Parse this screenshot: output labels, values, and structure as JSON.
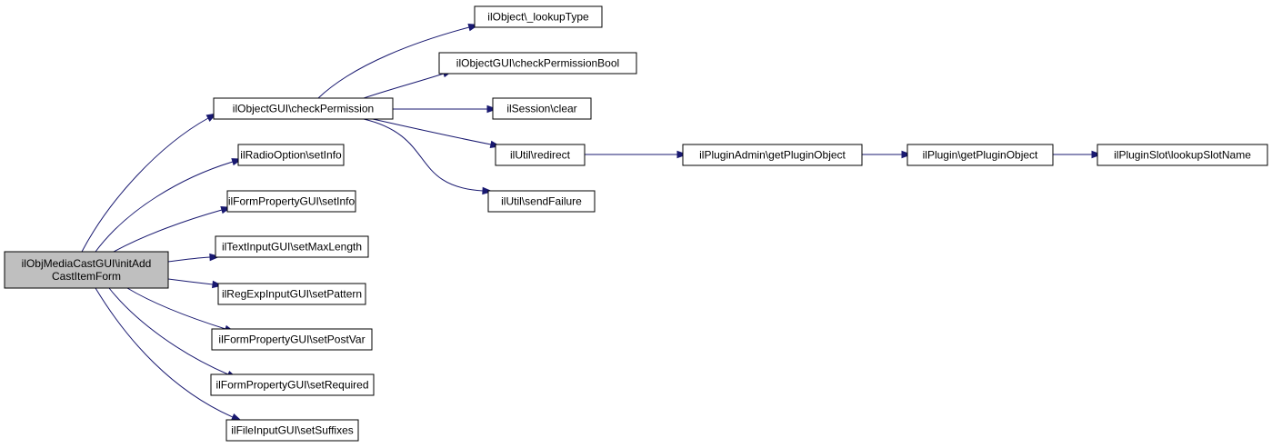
{
  "diagram": {
    "type": "call-graph",
    "colors": {
      "edge": "#191970",
      "root_fill": "#bfbfbf",
      "node_fill": "#ffffff",
      "node_border": "#000000"
    },
    "nodes": [
      {
        "id": "root",
        "lines": [
          "ilObjMediaCastGUI\\initAdd",
          "CastItemForm"
        ],
        "root": true
      },
      {
        "id": "checkPermission",
        "lines": [
          "ilObjectGUI\\checkPermission"
        ]
      },
      {
        "id": "radioSetInfo",
        "lines": [
          "ilRadioOption\\setInfo"
        ]
      },
      {
        "id": "formSetInfo",
        "lines": [
          "ilFormPropertyGUI\\setInfo"
        ]
      },
      {
        "id": "setMaxLength",
        "lines": [
          "ilTextInputGUI\\setMaxLength"
        ]
      },
      {
        "id": "setPattern",
        "lines": [
          "ilRegExpInputGUI\\setPattern"
        ]
      },
      {
        "id": "setPostVar",
        "lines": [
          "ilFormPropertyGUI\\setPostVar"
        ]
      },
      {
        "id": "setRequired",
        "lines": [
          "ilFormPropertyGUI\\setRequired"
        ]
      },
      {
        "id": "setSuffixes",
        "lines": [
          "ilFileInputGUI\\setSuffixes"
        ]
      },
      {
        "id": "lookupType",
        "lines": [
          "ilObject\\_lookupType"
        ]
      },
      {
        "id": "checkPermissionBool",
        "lines": [
          "ilObjectGUI\\checkPermissionBool"
        ]
      },
      {
        "id": "sessionClear",
        "lines": [
          "ilSession\\clear"
        ]
      },
      {
        "id": "redirect",
        "lines": [
          "ilUtil\\redirect"
        ]
      },
      {
        "id": "sendFailure",
        "lines": [
          "ilUtil\\sendFailure"
        ]
      },
      {
        "id": "adminGetPluginObject",
        "lines": [
          "ilPluginAdmin\\getPluginObject"
        ]
      },
      {
        "id": "pluginGetPluginObject",
        "lines": [
          "ilPlugin\\getPluginObject"
        ]
      },
      {
        "id": "lookupSlotName",
        "lines": [
          "ilPluginSlot\\lookupSlotName"
        ]
      }
    ],
    "edges": [
      [
        "root",
        "checkPermission"
      ],
      [
        "root",
        "radioSetInfo"
      ],
      [
        "root",
        "formSetInfo"
      ],
      [
        "root",
        "setMaxLength"
      ],
      [
        "root",
        "setPattern"
      ],
      [
        "root",
        "setPostVar"
      ],
      [
        "root",
        "setRequired"
      ],
      [
        "root",
        "setSuffixes"
      ],
      [
        "checkPermission",
        "lookupType"
      ],
      [
        "checkPermission",
        "checkPermissionBool"
      ],
      [
        "checkPermission",
        "sessionClear"
      ],
      [
        "checkPermission",
        "redirect"
      ],
      [
        "checkPermission",
        "sendFailure"
      ],
      [
        "redirect",
        "adminGetPluginObject"
      ],
      [
        "adminGetPluginObject",
        "pluginGetPluginObject"
      ],
      [
        "pluginGetPluginObject",
        "lookupSlotName"
      ]
    ]
  }
}
